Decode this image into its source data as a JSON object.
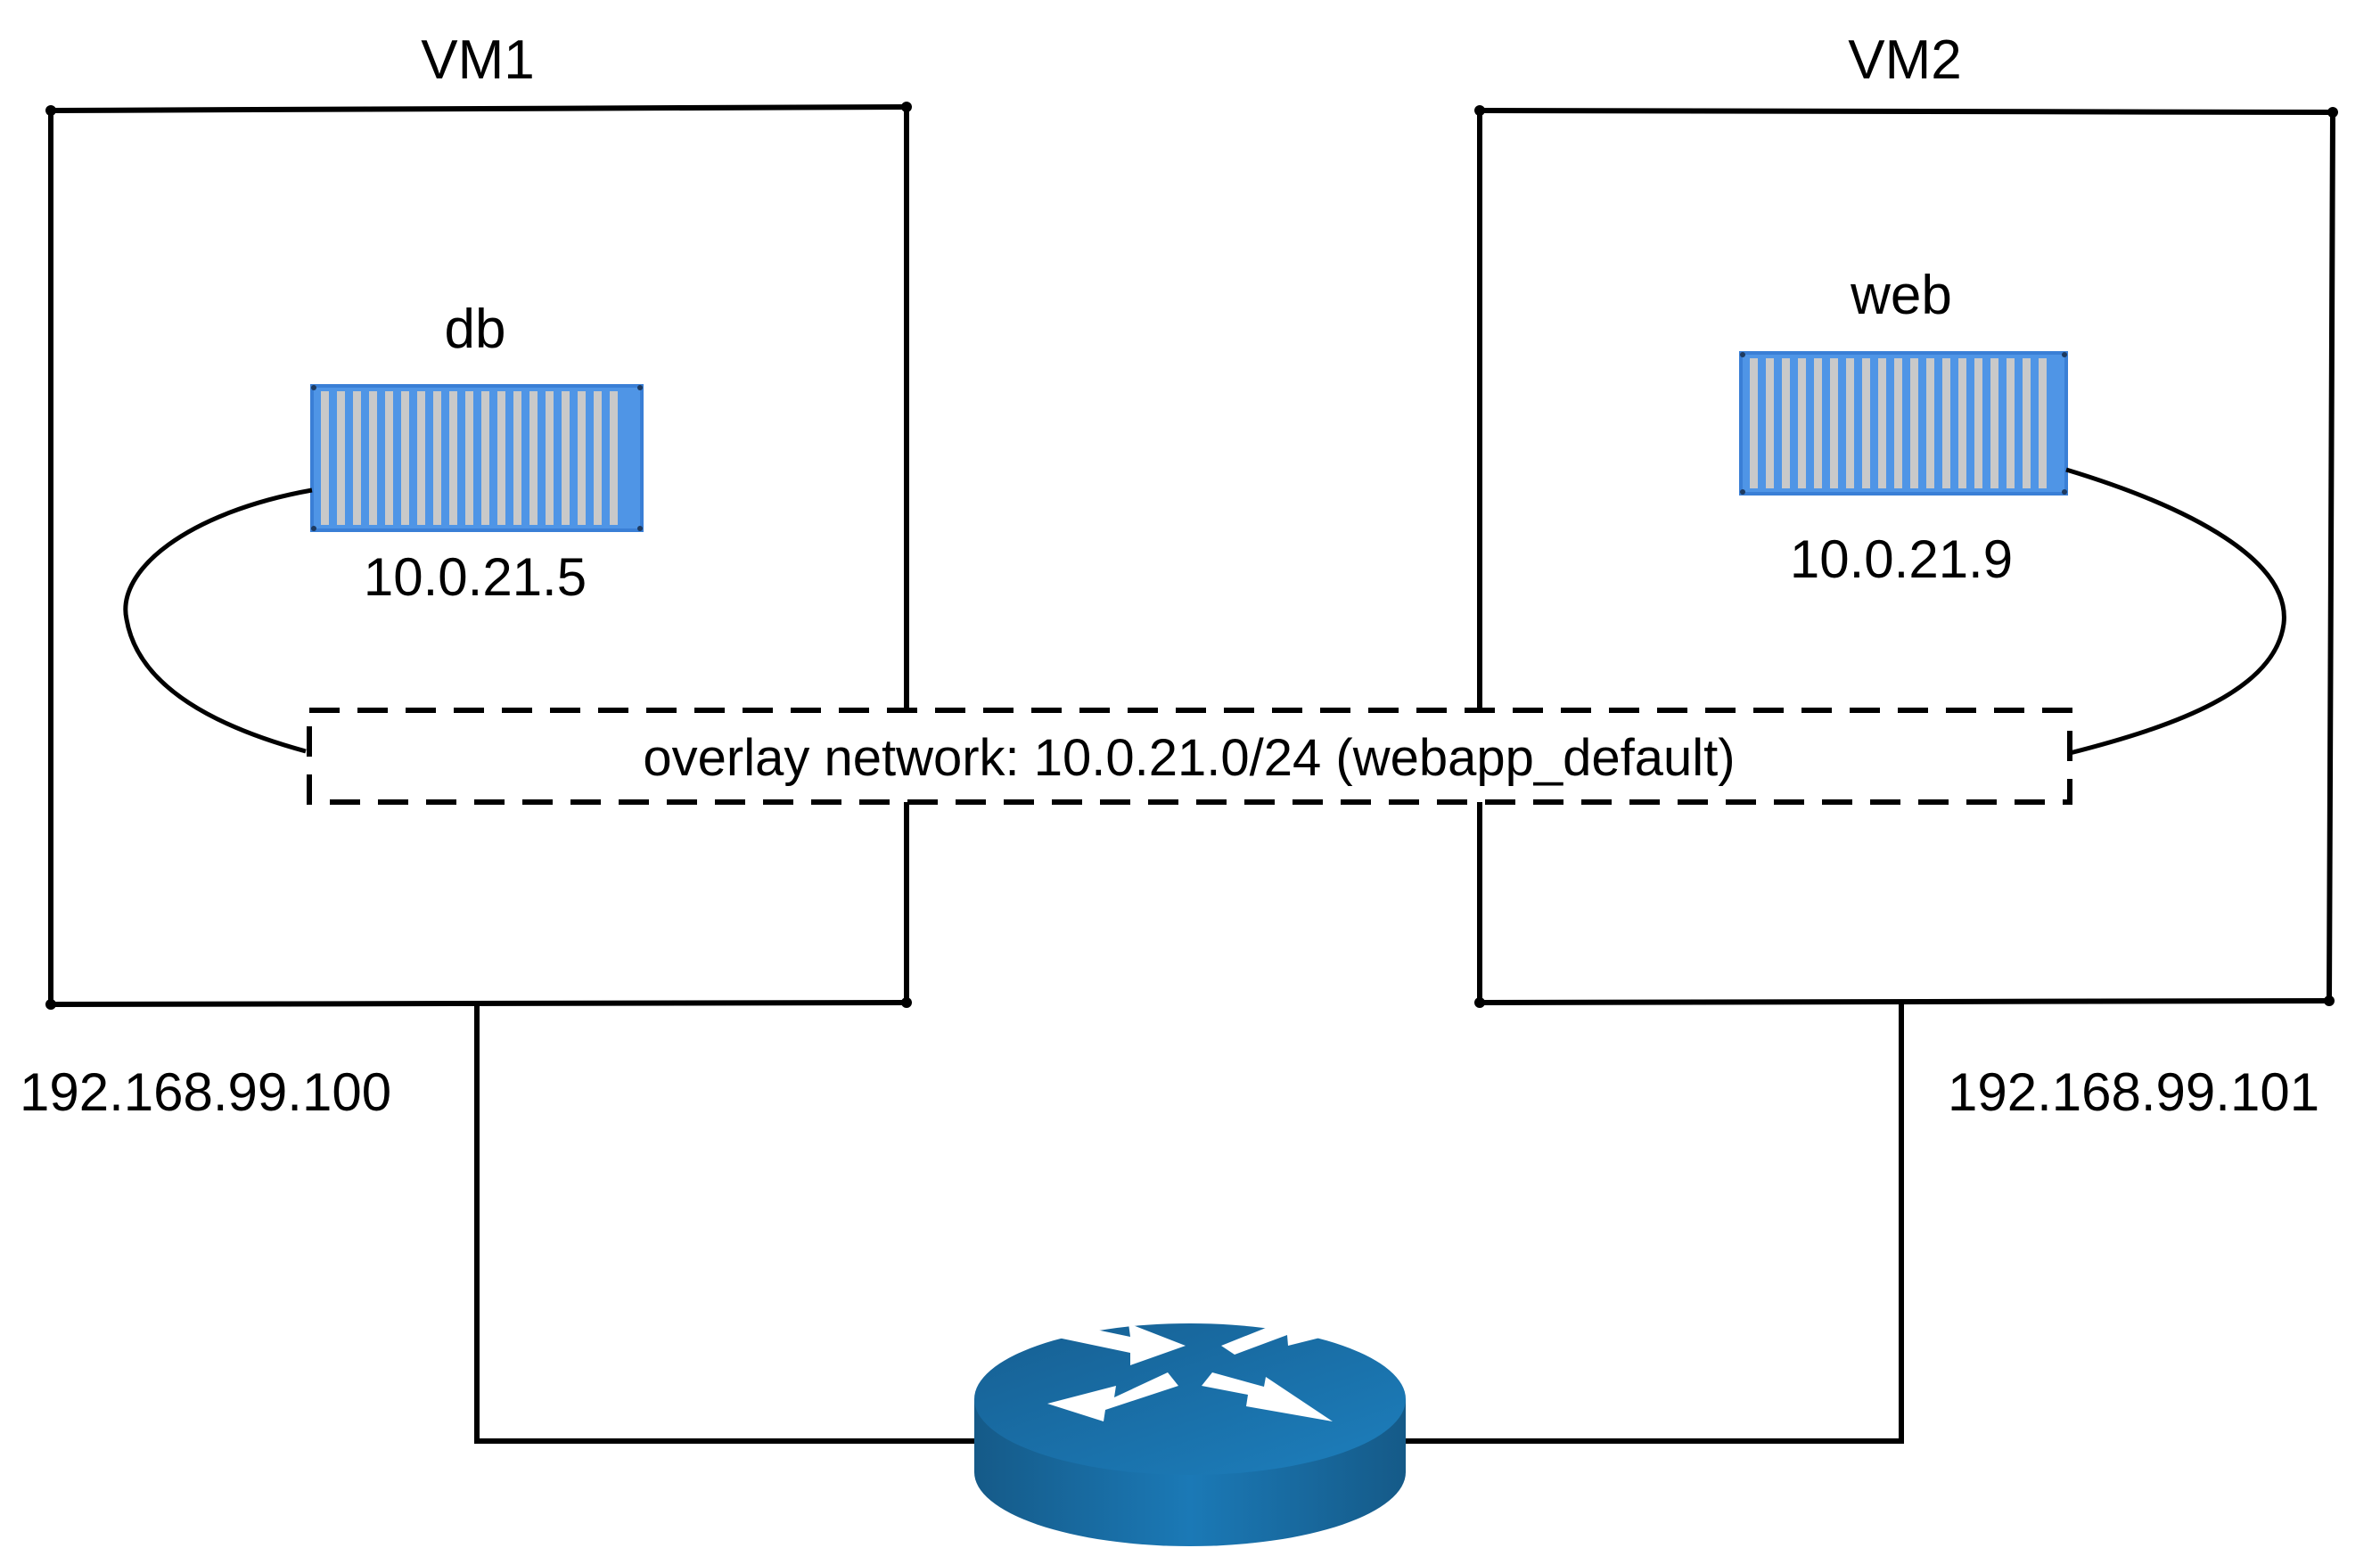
{
  "vms": [
    {
      "title": "VM1",
      "container": {
        "name": "db",
        "ip": "10.0.21.5"
      },
      "host_ip": "192.168.99.100"
    },
    {
      "title": "VM2",
      "container": {
        "name": "web",
        "ip": "10.0.21.9"
      },
      "host_ip": "192.168.99.101"
    }
  ],
  "overlay_network": {
    "label": "overlay network: 10.0.21.0/24 (webapp_default)"
  },
  "router": {
    "icon": "router-icon"
  },
  "colors": {
    "container_fill": "#4f95e6",
    "container_stripe": "#c9c9c9",
    "router_top": "#1f6fa6",
    "router_side": "#1a6698"
  }
}
